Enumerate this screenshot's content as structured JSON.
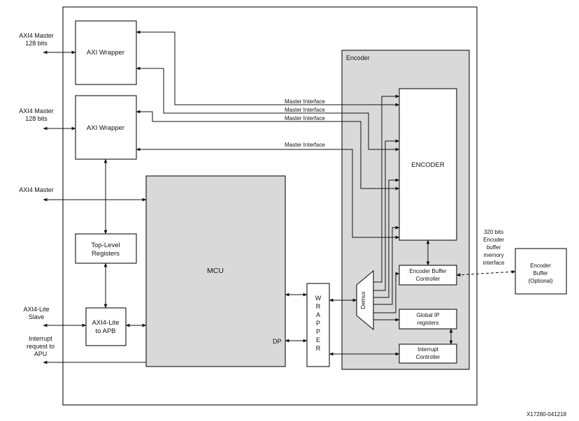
{
  "external": {
    "axi4_master_1": [
      "AXI4 Master",
      "128 bits"
    ],
    "axi4_master_2": [
      "AXI4 Master",
      "128 bits"
    ],
    "axi4_master_3": "AXI4 Master",
    "axi4_lite_slave": [
      "AXI4-Lite",
      "Slave"
    ],
    "interrupt_request": [
      "Interrupt",
      "request to",
      "APU"
    ],
    "memory_interface": [
      "320 bits",
      "Encoder",
      "buffer",
      "memory",
      "interface"
    ]
  },
  "blocks": {
    "axi_wrapper_1": "AXI Wrapper",
    "axi_wrapper_2": "AXI Wrapper",
    "top_level_registers": [
      "Top-Level",
      "Registers"
    ],
    "axi4_lite_to_apb": [
      "AXI4-Lite",
      "to APB"
    ],
    "mcu": "MCU",
    "dp": "DP",
    "wrapper_letters": [
      "W",
      "R",
      "A",
      "P",
      "P",
      "E",
      "R"
    ],
    "encoder_group": "Encoder",
    "encoder_core": "ENCODER",
    "demux": "Demux",
    "encoder_buffer_controller": [
      "Encoder Buffer",
      "Controller"
    ],
    "global_ip_registers": [
      "Global IP",
      "registers"
    ],
    "interrupt_controller": [
      "Interrupt",
      "Controller"
    ],
    "encoder_buffer_optional": [
      "Encoder",
      "Buffer",
      "(Optional)"
    ]
  },
  "master_interfaces": [
    "Master  Interface",
    "Master  Interface",
    "Master  Interface",
    "Master  Interface"
  ],
  "figure_id": "X17280-041218"
}
